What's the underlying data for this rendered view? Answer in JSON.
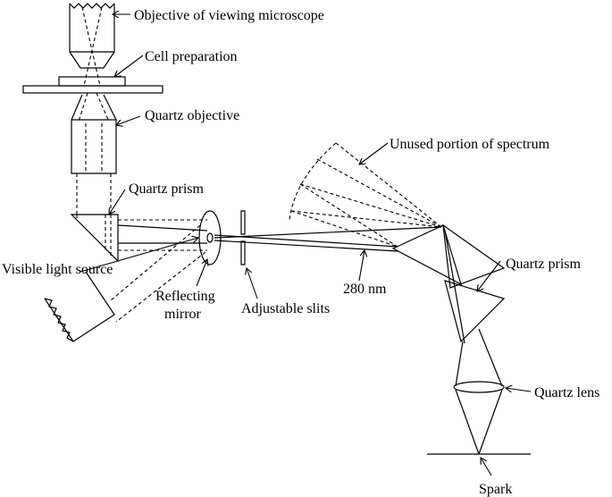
{
  "labels": {
    "objective": "Objective of viewing microscope",
    "cell_preparation": "Cell preparation",
    "quartz_objective": "Quartz objective",
    "unused_spectrum": "Unused portion of spectrum",
    "quartz_prism_left": "Quartz prism",
    "visible_light": "Visible light source",
    "reflecting_1": "Reflecting",
    "reflecting_2": "mirror",
    "slits": "Adjustable slits",
    "quartz_prism_right": "Quartz prism",
    "wavelength": "280 nm",
    "quartz_lens": "Quartz lens",
    "spark": "Spark"
  }
}
